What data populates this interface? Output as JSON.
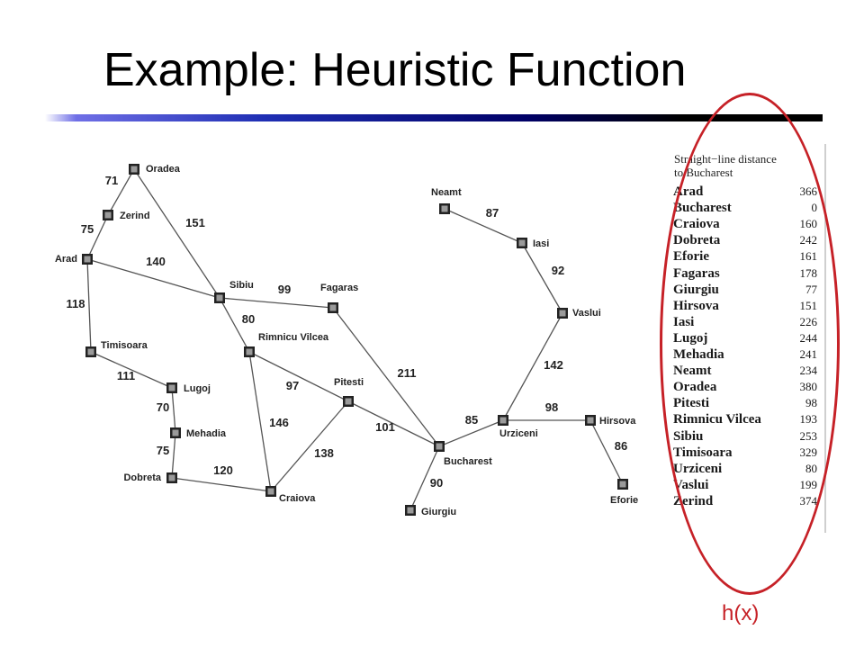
{
  "title": "Example: Heuristic Function",
  "annotation": "h(x)",
  "colors": {
    "ellipse": "#c62127",
    "rule_accent": "#1f2fb4",
    "node_fill": "#9a9a9a"
  },
  "map": {
    "cities": [
      {
        "id": "Oradea",
        "label": "Oradea"
      },
      {
        "id": "Zerind",
        "label": "Zerind"
      },
      {
        "id": "Arad",
        "label": "Arad"
      },
      {
        "id": "Sibiu",
        "label": "Sibiu"
      },
      {
        "id": "Fagaras",
        "label": "Fagaras"
      },
      {
        "id": "Timisoara",
        "label": "Timisoara"
      },
      {
        "id": "Lugoj",
        "label": "Lugoj"
      },
      {
        "id": "Mehadia",
        "label": "Mehadia"
      },
      {
        "id": "Dobreta",
        "label": "Dobreta"
      },
      {
        "id": "Craiova",
        "label": "Craiova"
      },
      {
        "id": "RimnicuVilcea",
        "label": "Rimnicu Vilcea"
      },
      {
        "id": "Pitesti",
        "label": "Pitesti"
      },
      {
        "id": "Bucharest",
        "label": "Bucharest"
      },
      {
        "id": "Giurgiu",
        "label": "Giurgiu"
      },
      {
        "id": "Urziceni",
        "label": "Urziceni"
      },
      {
        "id": "Hirsova",
        "label": "Hirsova"
      },
      {
        "id": "Eforie",
        "label": "Eforie"
      },
      {
        "id": "Vaslui",
        "label": "Vaslui"
      },
      {
        "id": "Iasi",
        "label": "Iasi"
      },
      {
        "id": "Neamt",
        "label": "Neamt"
      }
    ],
    "roads": [
      {
        "from": "Oradea",
        "to": "Zerind",
        "distance": "71"
      },
      {
        "from": "Oradea",
        "to": "Sibiu",
        "distance": "151"
      },
      {
        "from": "Zerind",
        "to": "Arad",
        "distance": "75"
      },
      {
        "from": "Arad",
        "to": "Sibiu",
        "distance": "140"
      },
      {
        "from": "Arad",
        "to": "Timisoara",
        "distance": "118"
      },
      {
        "from": "Timisoara",
        "to": "Lugoj",
        "distance": "111"
      },
      {
        "from": "Lugoj",
        "to": "Mehadia",
        "distance": "70"
      },
      {
        "from": "Mehadia",
        "to": "Dobreta",
        "distance": "75"
      },
      {
        "from": "Dobreta",
        "to": "Craiova",
        "distance": "120"
      },
      {
        "from": "Sibiu",
        "to": "Fagaras",
        "distance": "99"
      },
      {
        "from": "Sibiu",
        "to": "RimnicuVilcea",
        "distance": "80"
      },
      {
        "from": "RimnicuVilcea",
        "to": "Pitesti",
        "distance": "97"
      },
      {
        "from": "RimnicuVilcea",
        "to": "Craiova",
        "distance": "146"
      },
      {
        "from": "Craiova",
        "to": "Pitesti",
        "distance": "138"
      },
      {
        "from": "Fagaras",
        "to": "Bucharest",
        "distance": "211"
      },
      {
        "from": "Pitesti",
        "to": "Bucharest",
        "distance": "101"
      },
      {
        "from": "Bucharest",
        "to": "Giurgiu",
        "distance": "90"
      },
      {
        "from": "Bucharest",
        "to": "Urziceni",
        "distance": "85"
      },
      {
        "from": "Urziceni",
        "to": "Hirsova",
        "distance": "98"
      },
      {
        "from": "Hirsova",
        "to": "Eforie",
        "distance": "86"
      },
      {
        "from": "Urziceni",
        "to": "Vaslui",
        "distance": "142"
      },
      {
        "from": "Vaslui",
        "to": "Iasi",
        "distance": "92"
      },
      {
        "from": "Iasi",
        "to": "Neamt",
        "distance": "87"
      }
    ]
  },
  "straight_line": {
    "title_line1": "Straight−line distance",
    "title_line2": "to Bucharest",
    "rows": [
      {
        "city": "Arad",
        "value": "366"
      },
      {
        "city": "Bucharest",
        "value": "0"
      },
      {
        "city": "Craiova",
        "value": "160"
      },
      {
        "city": "Dobreta",
        "value": "242"
      },
      {
        "city": "Eforie",
        "value": "161"
      },
      {
        "city": "Fagaras",
        "value": "178"
      },
      {
        "city": "Giurgiu",
        "value": "77"
      },
      {
        "city": "Hirsova",
        "value": "151"
      },
      {
        "city": "Iasi",
        "value": "226"
      },
      {
        "city": "Lugoj",
        "value": "244"
      },
      {
        "city": "Mehadia",
        "value": "241"
      },
      {
        "city": "Neamt",
        "value": "234"
      },
      {
        "city": "Oradea",
        "value": "380"
      },
      {
        "city": "Pitesti",
        "value": "98"
      },
      {
        "city": "Rimnicu Vilcea",
        "value": "193"
      },
      {
        "city": "Sibiu",
        "value": "253"
      },
      {
        "city": "Timisoara",
        "value": "329"
      },
      {
        "city": "Urziceni",
        "value": "80"
      },
      {
        "city": "Vaslui",
        "value": "199"
      },
      {
        "city": "Zerind",
        "value": "374"
      }
    ]
  }
}
